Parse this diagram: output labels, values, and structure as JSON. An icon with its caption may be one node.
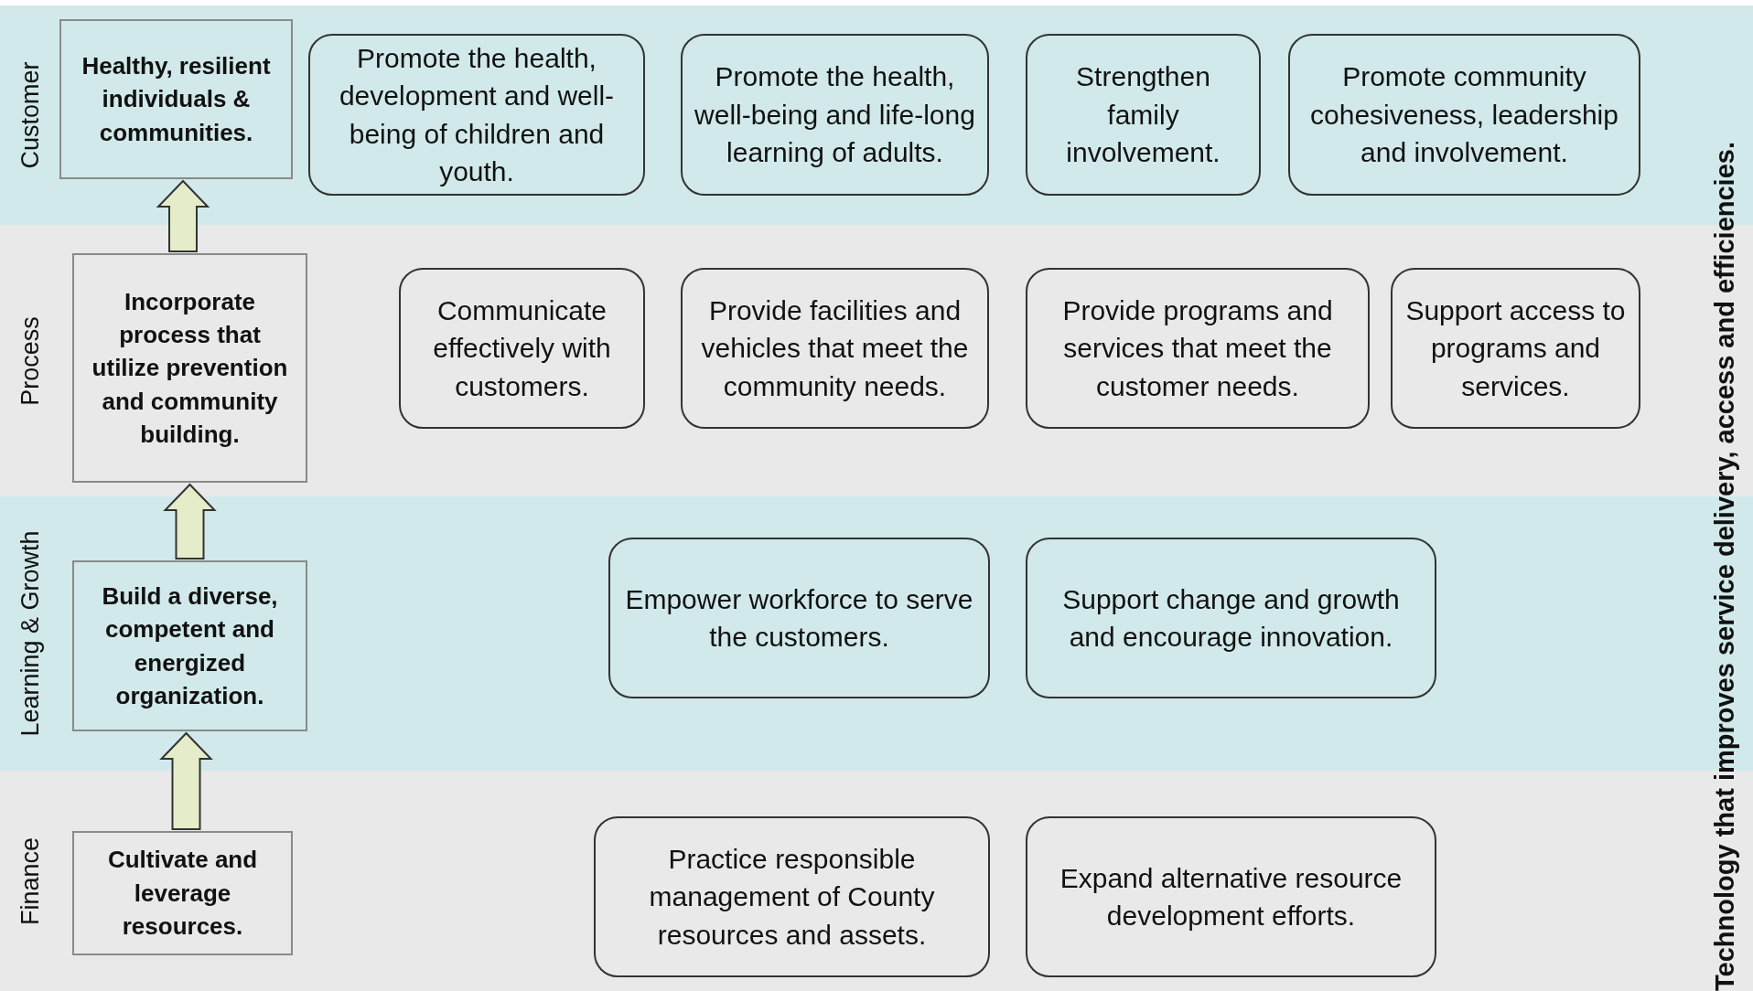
{
  "diagram": {
    "nodes": [
      {
        "text": [
          "Customer"
        ]
      },
      {
        "text": [
          "Healthy, resilient individuals & communities."
        ],
        "in": 0
      },
      {
        "text": [
          "Promote the health, development and well-being of children and youth."
        ],
        "in": 0
      },
      {
        "text": [
          "Promote the health, well-being and life-long learning of adults."
        ],
        "in": 0
      },
      {
        "text": [
          "Strengthen family involvement."
        ],
        "in": 0
      },
      {
        "text": [
          "Promote community cohesiveness, leadership and involvement."
        ],
        "in": 0
      },
      {
        "text": [
          "Process"
        ]
      },
      {
        "text": [
          "Incorporate process that utilize prevention and community building."
        ],
        "in": 6
      },
      {
        "text": [
          "Communicate effectively with customers."
        ],
        "in": 6
      },
      {
        "text": [
          "Provide facilities and vehicles that meet the community needs."
        ],
        "in": 6
      },
      {
        "text": [
          "Provide programs and services that meet the customer needs."
        ],
        "in": 6
      },
      {
        "text": [
          "Support access to programs and services."
        ],
        "in": 6
      },
      {
        "text": [
          "Learning & Growth"
        ]
      },
      {
        "text": [
          "Build a diverse, competent and energized organization."
        ],
        "in": 12
      },
      {
        "text": [
          "Empower workforce to serve the customers."
        ],
        "in": 12
      },
      {
        "text": [
          "Support change and growth and encourage innovation."
        ],
        "in": 12
      },
      {
        "text": [
          "Finance"
        ]
      },
      {
        "text": [
          "Cultivate and leverage resources."
        ],
        "in": 16
      },
      {
        "text": [
          "Practice responsible management of County resources and assets."
        ],
        "in": 16
      },
      {
        "text": [
          "Expand alternative resource development efforts."
        ],
        "in": 16
      }
    ],
    "edges": [
      {
        "from": 17,
        "to": 13,
        "arrow": "to"
      },
      {
        "from": 13,
        "to": 7,
        "arrow": "to"
      },
      {
        "from": 7,
        "to": 1,
        "arrow": "to"
      }
    ],
    "labels": [
      "Technology that improves service delivery, access and efficiencies."
    ]
  }
}
